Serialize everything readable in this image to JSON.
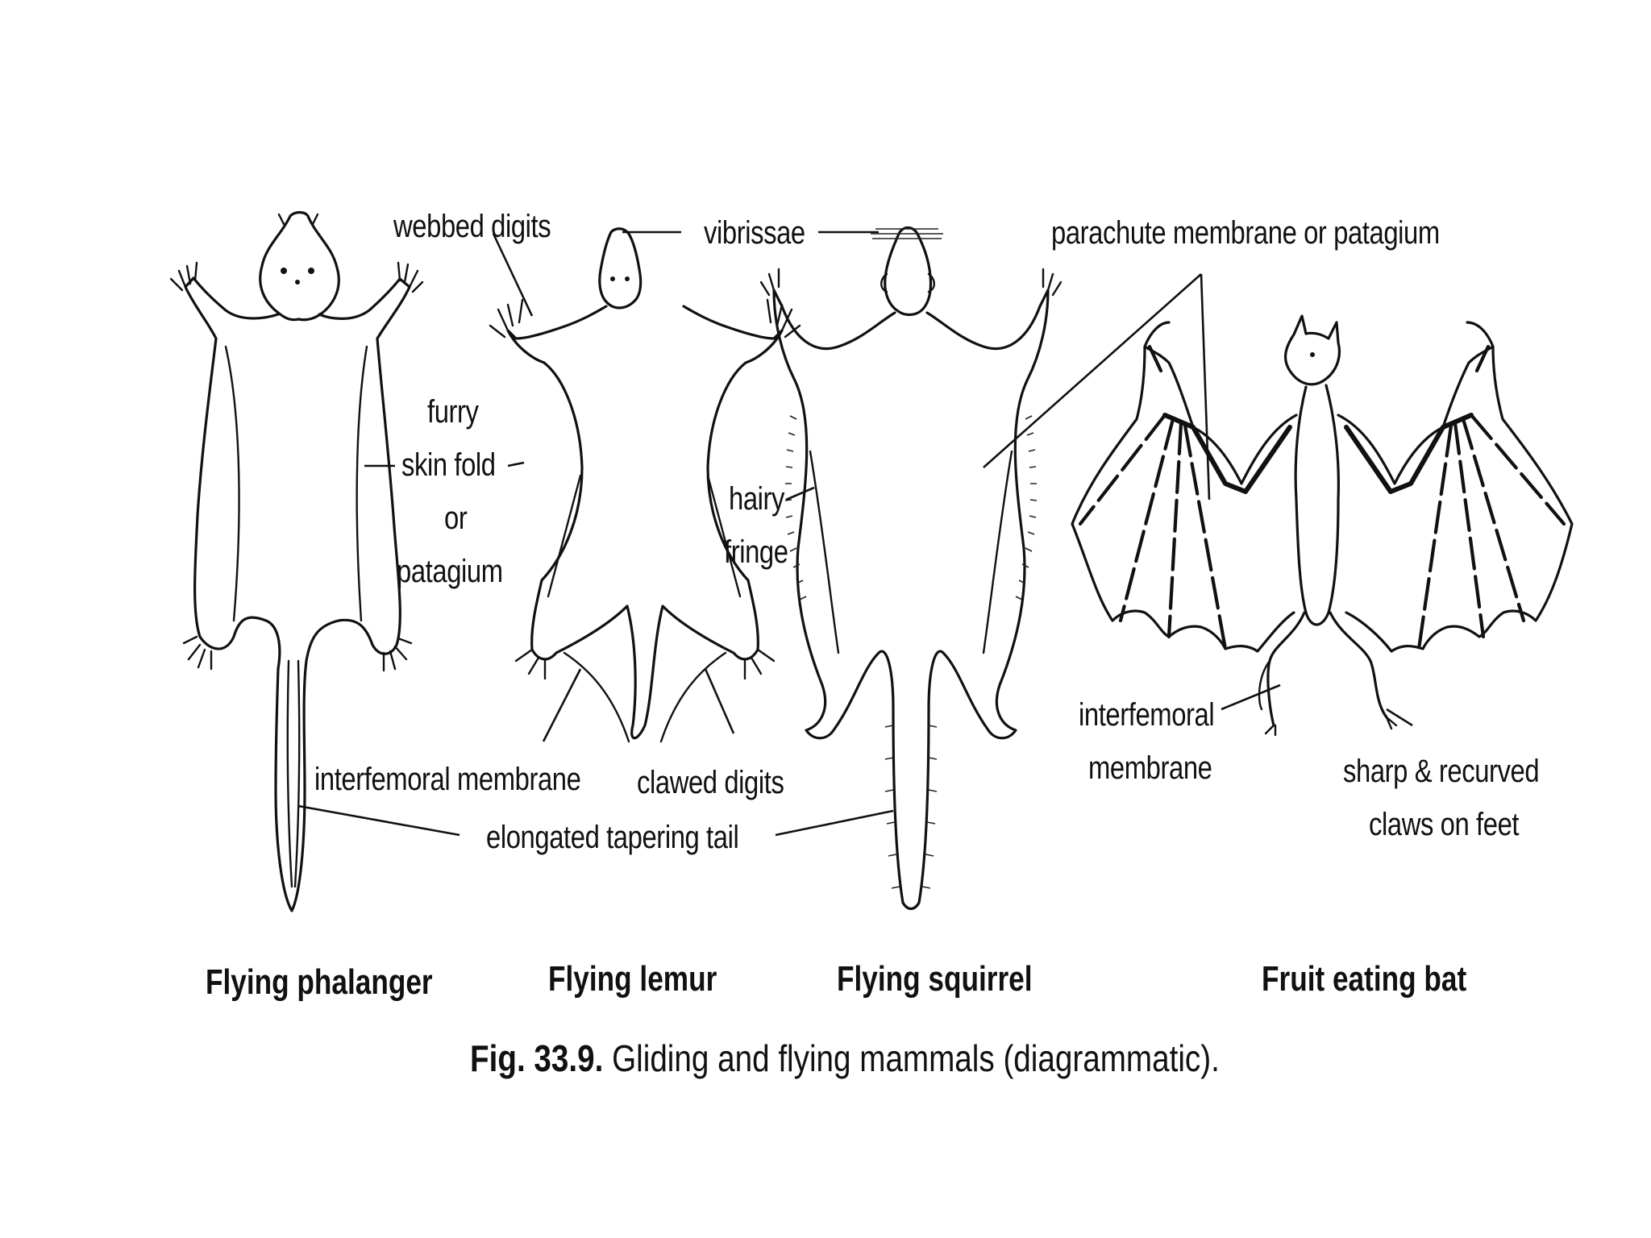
{
  "figure": {
    "labels": {
      "webbed_digits": "webbed digits",
      "vibrissae": "vibrissae",
      "parachute_membrane": "parachute membrane or patagium",
      "furry_skin_fold_1": "furry",
      "furry_skin_fold_2": "skin fold",
      "furry_skin_fold_3": "or",
      "furry_skin_fold_4": "patagium",
      "hairy_fringe_1": "hairy",
      "hairy_fringe_2": "fringe",
      "interfemoral_membrane": "interfemoral membrane",
      "clawed_digits": "clawed digits",
      "elongated_tail": "elongated tapering tail",
      "bat_interfemoral_1": "interfemoral",
      "bat_interfemoral_2": "membrane",
      "sharp_claws_1": "sharp & recurved",
      "sharp_claws_2": "claws on feet"
    },
    "animals": [
      "Flying phalanger",
      "Flying lemur",
      "Flying squirrel",
      "Fruit eating bat"
    ],
    "caption": {
      "number": "Fig. 33.9.",
      "text": "Gliding and flying mammals (diagrammatic)."
    }
  }
}
